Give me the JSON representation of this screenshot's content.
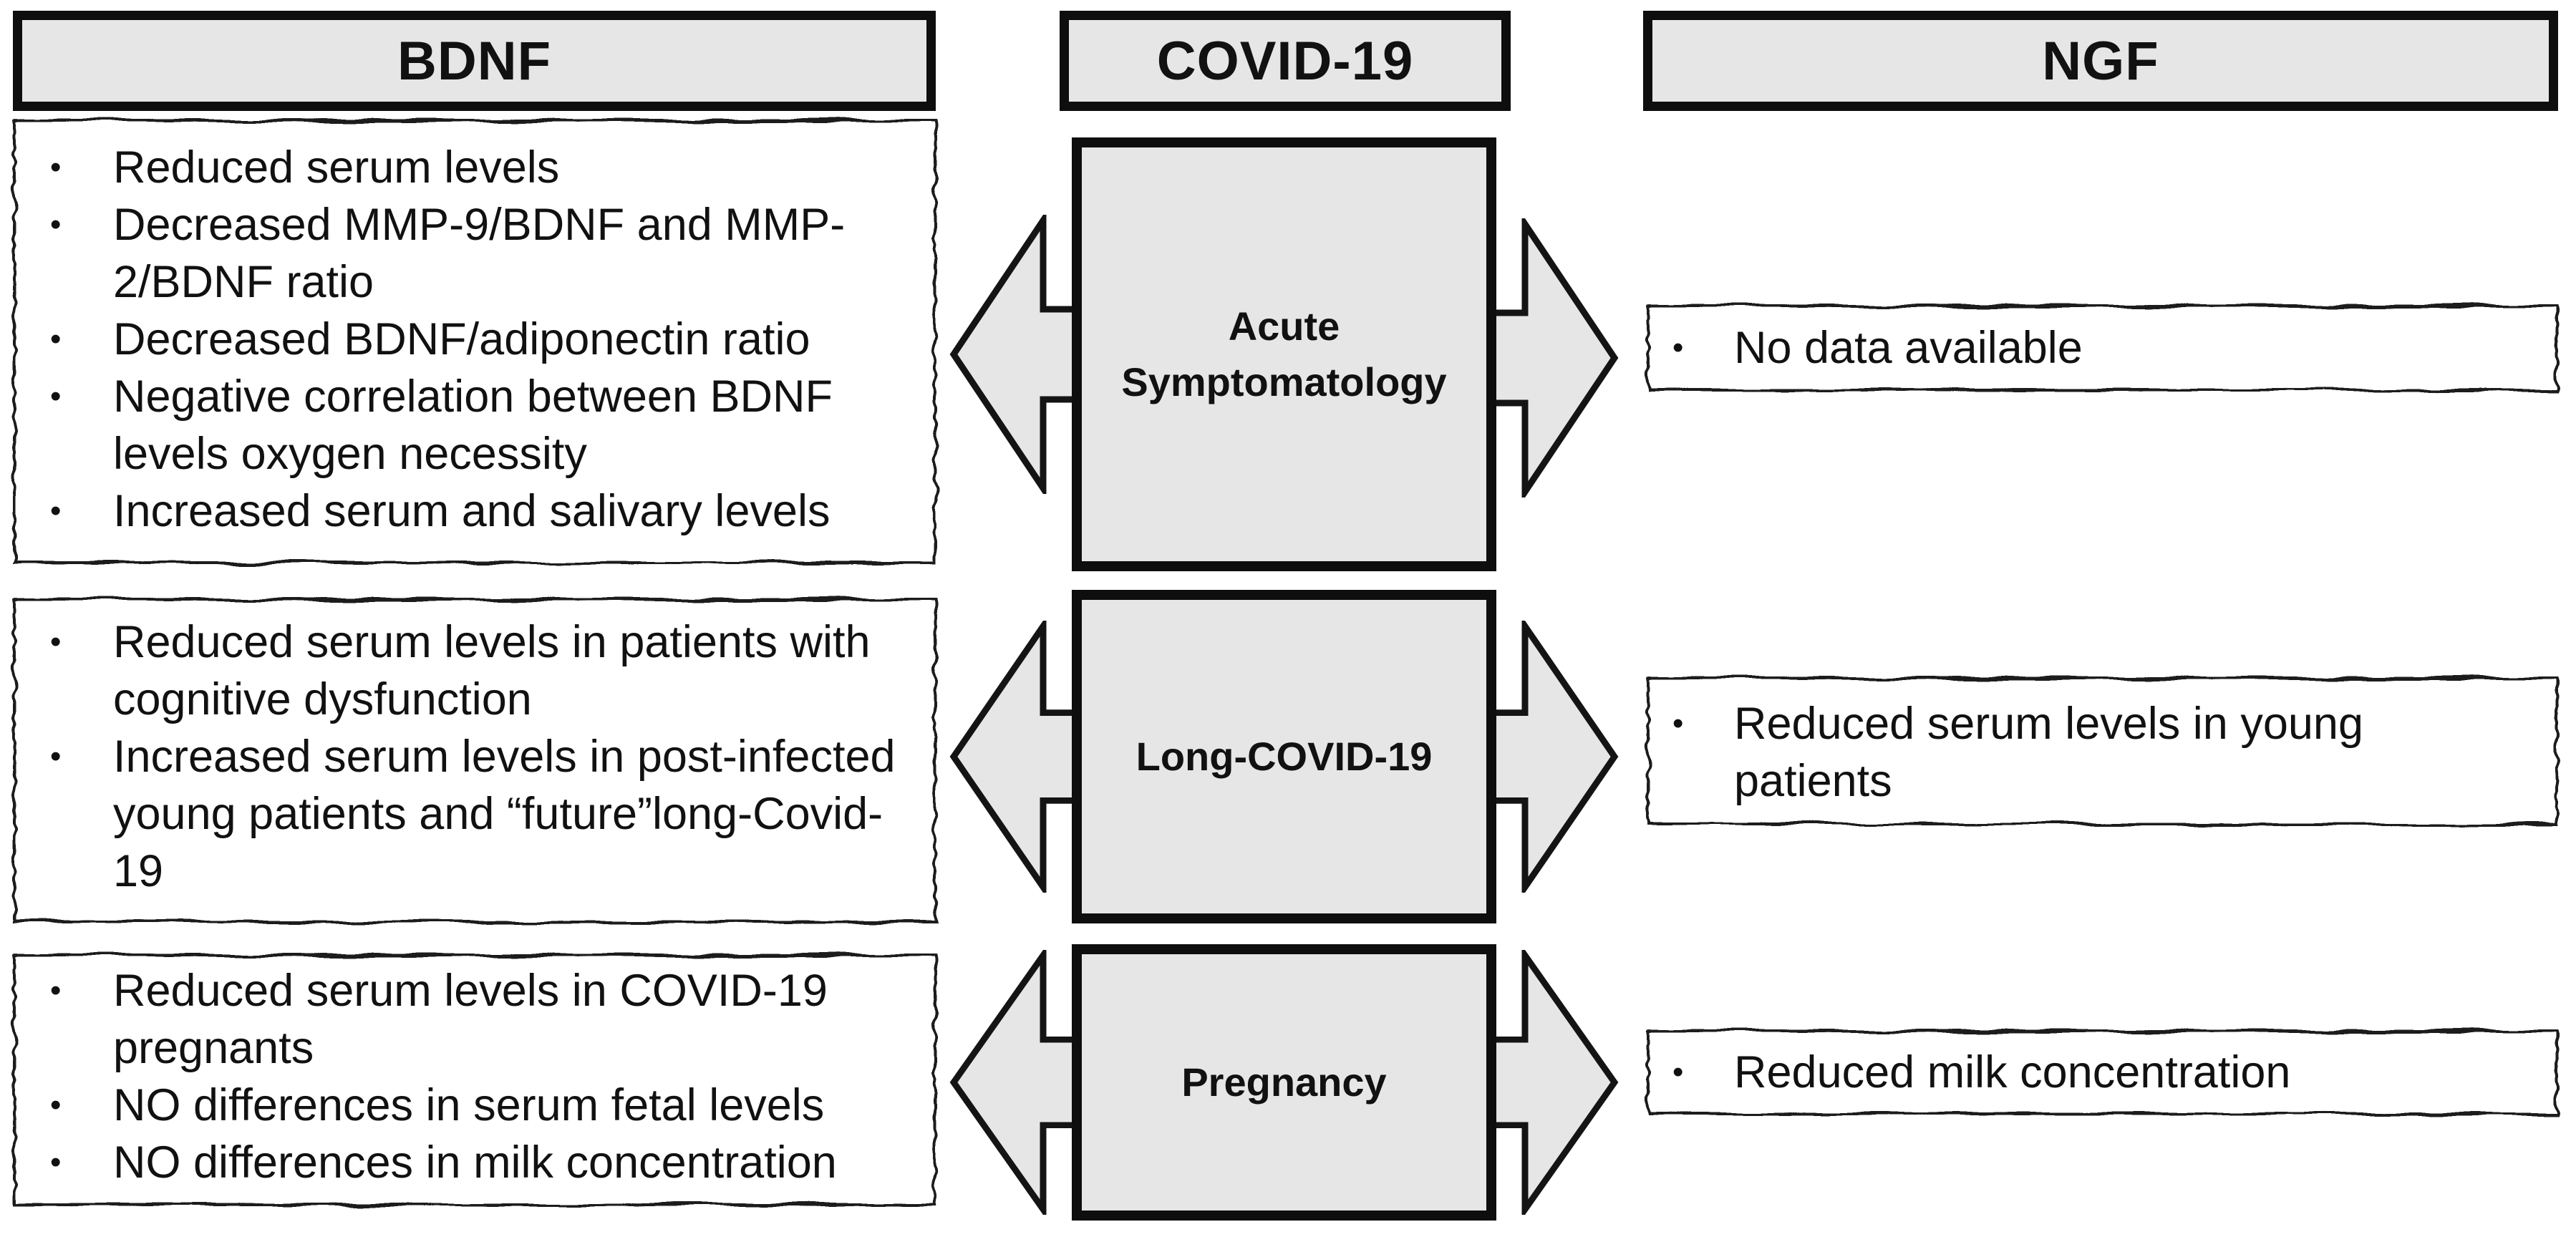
{
  "ui": {
    "bullet": "•"
  },
  "colors": {
    "box_fill": "#e7e6e6",
    "border": "#0e0e0e",
    "background": "#ffffff"
  },
  "bdnf": {
    "header": "BDNF",
    "boxes": [
      {
        "bullets": [
          "Reduced serum levels",
          "Decreased MMP-9/BDNF and MMP-\n2/BDNF ratio",
          "Decreased BDNF/adiponectin ratio",
          "Negative correlation between BDNF\nlevels oxygen necessity",
          "Increased serum and salivary levels"
        ]
      },
      {
        "bullets": [
          "Reduced serum levels in patients with\ncognitive dysfunction",
          "Increased serum levels in post-infected\nyoung patients and “future”long-Covid-\n19"
        ]
      },
      {
        "bullets": [
          "Reduced serum levels in COVID-19\npregnants",
          "NO differences in serum fetal levels",
          "NO differences in milk concentration"
        ]
      }
    ]
  },
  "covid": {
    "header": "COVID-19",
    "rows": [
      {
        "label": "Acute\nSymptomatology"
      },
      {
        "label": "Long-COVID-19"
      },
      {
        "label": "Pregnancy"
      }
    ]
  },
  "ngf": {
    "header": "NGF",
    "boxes": [
      {
        "bullets": [
          "No data available"
        ]
      },
      {
        "bullets": [
          "Reduced serum levels in young\npatients"
        ]
      },
      {
        "bullets": [
          "Reduced milk concentration"
        ]
      }
    ]
  }
}
